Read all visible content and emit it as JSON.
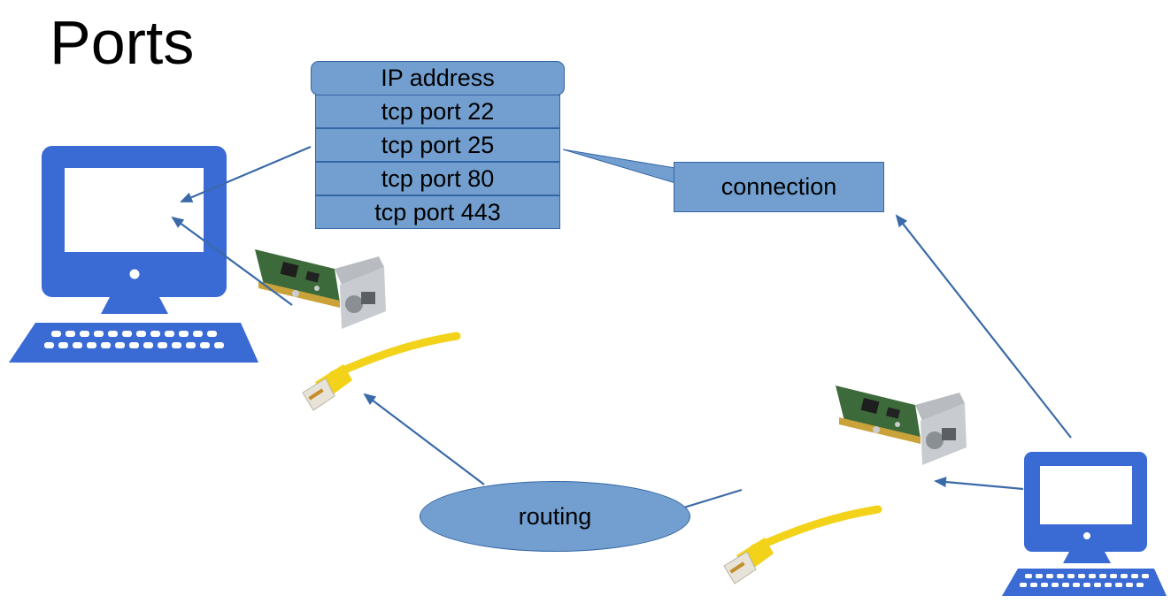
{
  "title": "Ports",
  "address_stack": {
    "header": "IP address",
    "ports": [
      "tcp port 22",
      "tcp port 25",
      "tcp port 80",
      "tcp port 443"
    ]
  },
  "connection_label": "connection",
  "routing_label": "routing",
  "colors": {
    "computer": "#3a6ad3",
    "box_fill": "#729fcf",
    "box_border": "#3465a4",
    "arrow": "#3a6aa8",
    "cable": "#f3d21a",
    "nic_board": "#3d6a3a"
  },
  "icons": [
    "computer-icon",
    "network-card-image",
    "ethernet-cable-image"
  ]
}
